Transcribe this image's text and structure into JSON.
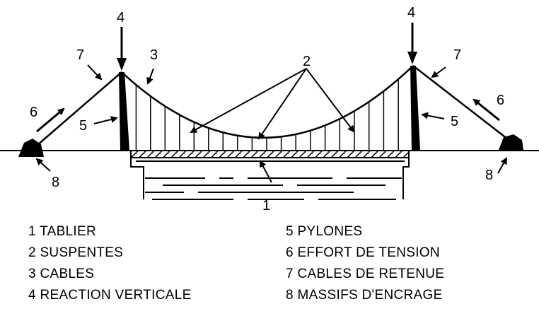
{
  "callouts": {
    "deck": "1",
    "hangers": "2",
    "cable_left": "3",
    "reaction_left": "4",
    "reaction_right": "4",
    "pylon_left": "5",
    "pylon_right": "5",
    "tension_left": "6",
    "tension_right": "6",
    "stay_left": "7",
    "stay_right": "7",
    "anchor_left": "8",
    "anchor_right": "8"
  },
  "legend": {
    "left": [
      "1 TABLIER",
      "2 SUSPENTES",
      "3 CABLES",
      "4 REACTION VERTICALE"
    ],
    "right": [
      "5 PYLONES",
      "6 EFFORT DE TENSION",
      "7 CABLES DE RETENUE",
      "8 MASSIFS D'ENCRAGE"
    ]
  }
}
